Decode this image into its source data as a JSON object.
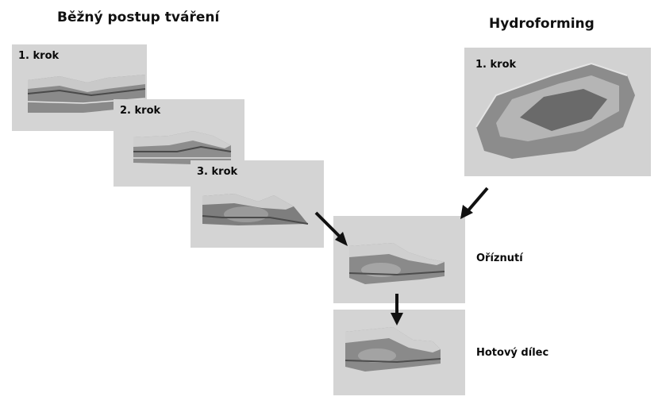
{
  "headings": {
    "conventional": "Běžný postup tváření",
    "hydroforming": "Hydroforming"
  },
  "conventional_steps": [
    {
      "label": "1. krok"
    },
    {
      "label": "2. krok"
    },
    {
      "label": "3. krok"
    }
  ],
  "hydro_step": {
    "label": "1. krok"
  },
  "stages": {
    "trimming": "Oříznutí",
    "finished_part": "Hotový dílec"
  },
  "colors": {
    "panel": "#d4d4d4",
    "metal_dark": "#5a5a5a",
    "metal_light": "#c8c8c8",
    "arrow": "#111111"
  }
}
